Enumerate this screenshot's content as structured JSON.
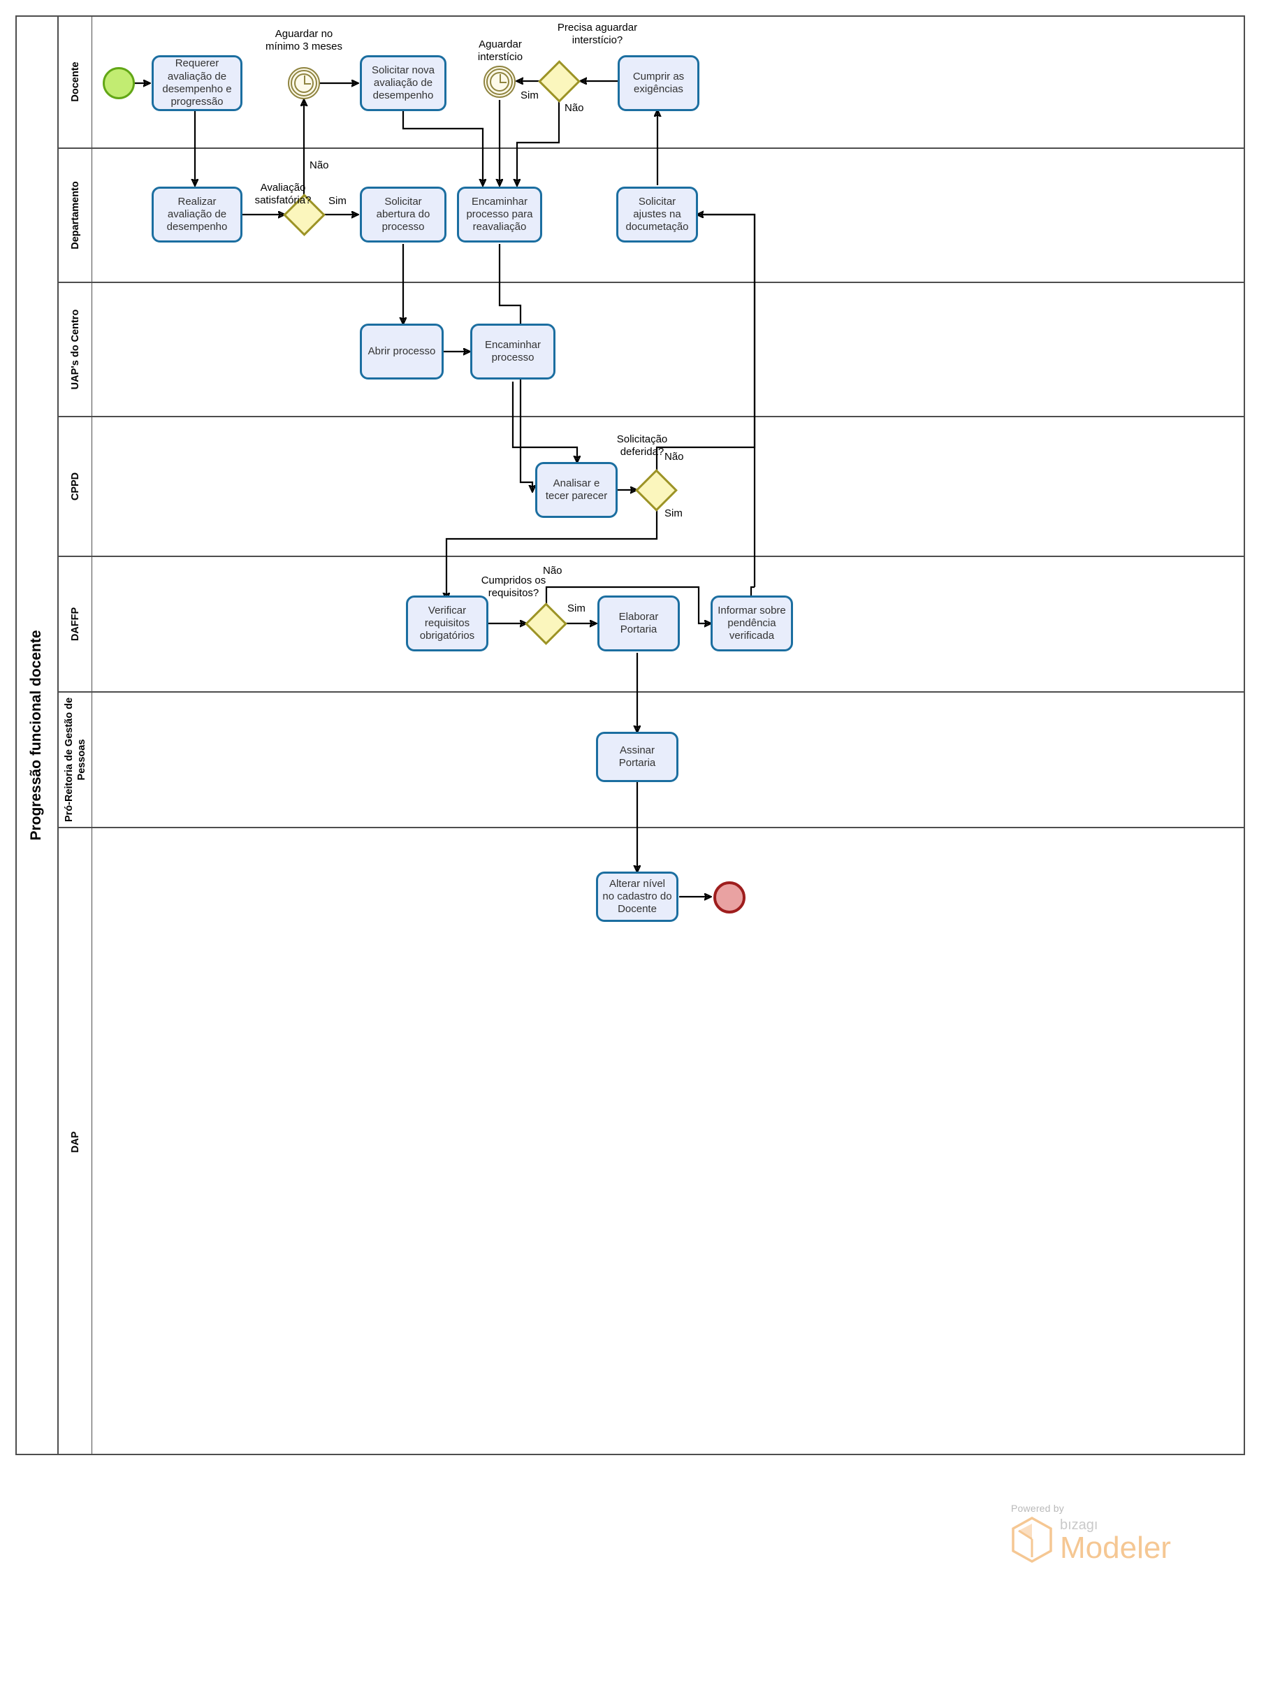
{
  "pool": {
    "title": "Progressão funcional docente"
  },
  "lanes": [
    {
      "id": "docente",
      "label": "Docente"
    },
    {
      "id": "departamento",
      "label": "Departamento"
    },
    {
      "id": "uaps",
      "label": "UAP's do Centro"
    },
    {
      "id": "cppd",
      "label": "CPPD"
    },
    {
      "id": "daffp",
      "label": "DAFFP"
    },
    {
      "id": "progep",
      "label": "Pró-Reitoria de Gestão de Pessoas"
    },
    {
      "id": "dap",
      "label": "DAP"
    }
  ],
  "events": {
    "start": {
      "name": "start-event"
    },
    "timer1": {
      "name": "timer-intermediate-event",
      "label": "Aguardar no mínimo 3 meses"
    },
    "timer2": {
      "name": "timer-intermediate-event",
      "label": "Aguardar interstício"
    },
    "end": {
      "name": "end-event"
    }
  },
  "tasks": [
    {
      "id": "t1",
      "lane": "docente",
      "label": "Requerer avaliação de desempenho e progressão"
    },
    {
      "id": "t2",
      "lane": "docente",
      "label": "Solicitar nova avaliação de desempenho"
    },
    {
      "id": "t3",
      "lane": "docente",
      "label": "Cumprir as exigências"
    },
    {
      "id": "t4",
      "lane": "departamento",
      "label": "Realizar avaliação de desempenho"
    },
    {
      "id": "t5",
      "lane": "departamento",
      "label": "Solicitar abertura do processo"
    },
    {
      "id": "t6",
      "lane": "departamento",
      "label": "Encaminhar processo para reavaliação"
    },
    {
      "id": "t7",
      "lane": "departamento",
      "label": "Solicitar ajustes na documetação"
    },
    {
      "id": "t8",
      "lane": "uaps",
      "label": "Abrir processo"
    },
    {
      "id": "t9",
      "lane": "uaps",
      "label": "Encaminhar processo"
    },
    {
      "id": "t10",
      "lane": "cppd",
      "label": "Analisar e tecer parecer"
    },
    {
      "id": "t11",
      "lane": "daffp",
      "label": "Verificar requisitos obrigatórios"
    },
    {
      "id": "t12",
      "lane": "daffp",
      "label": "Elaborar Portaria"
    },
    {
      "id": "t13",
      "lane": "daffp",
      "label": "Informar sobre pendência verificada"
    },
    {
      "id": "t14",
      "lane": "progep",
      "label": "Assinar Portaria"
    },
    {
      "id": "t15",
      "lane": "dap",
      "label": "Alterar nível no cadastro do Docente"
    }
  ],
  "gateways": [
    {
      "id": "g1",
      "lane": "docente",
      "label": "Precisa aguardar interstício?"
    },
    {
      "id": "g2",
      "lane": "departamento",
      "label": "Avaliação satisfatória?"
    },
    {
      "id": "g3",
      "lane": "cppd",
      "label": "Solicitação deferida?"
    },
    {
      "id": "g4",
      "lane": "daffp",
      "label": "Cumpridos os requisitos?"
    }
  ],
  "flow_labels": {
    "g1_sim": "Sim",
    "g1_nao": "Não",
    "g2_sim": "Sim",
    "g2_nao": "Não",
    "g3_nao": "Não",
    "g3_sim": "Sim",
    "g4_sim": "Sim",
    "g4_nao": "Não"
  },
  "brand": {
    "powered_by": "Powered by",
    "bizagi": "bızagı",
    "modeler": "Modeler"
  },
  "colors": {
    "task_fill": "#e8edfb",
    "task_stroke": "#1b6ea0",
    "gateway_fill": "#fbf6bd",
    "gateway_stroke": "#9c9326",
    "start_fill": "#c2ec72",
    "start_stroke": "#62a716",
    "end_fill": "#e9a2a2",
    "end_stroke": "#9e1d1d",
    "timer_stroke": "#8f8440",
    "lane_border": "#4d4d4d",
    "brand_orange": "#f5c793"
  }
}
